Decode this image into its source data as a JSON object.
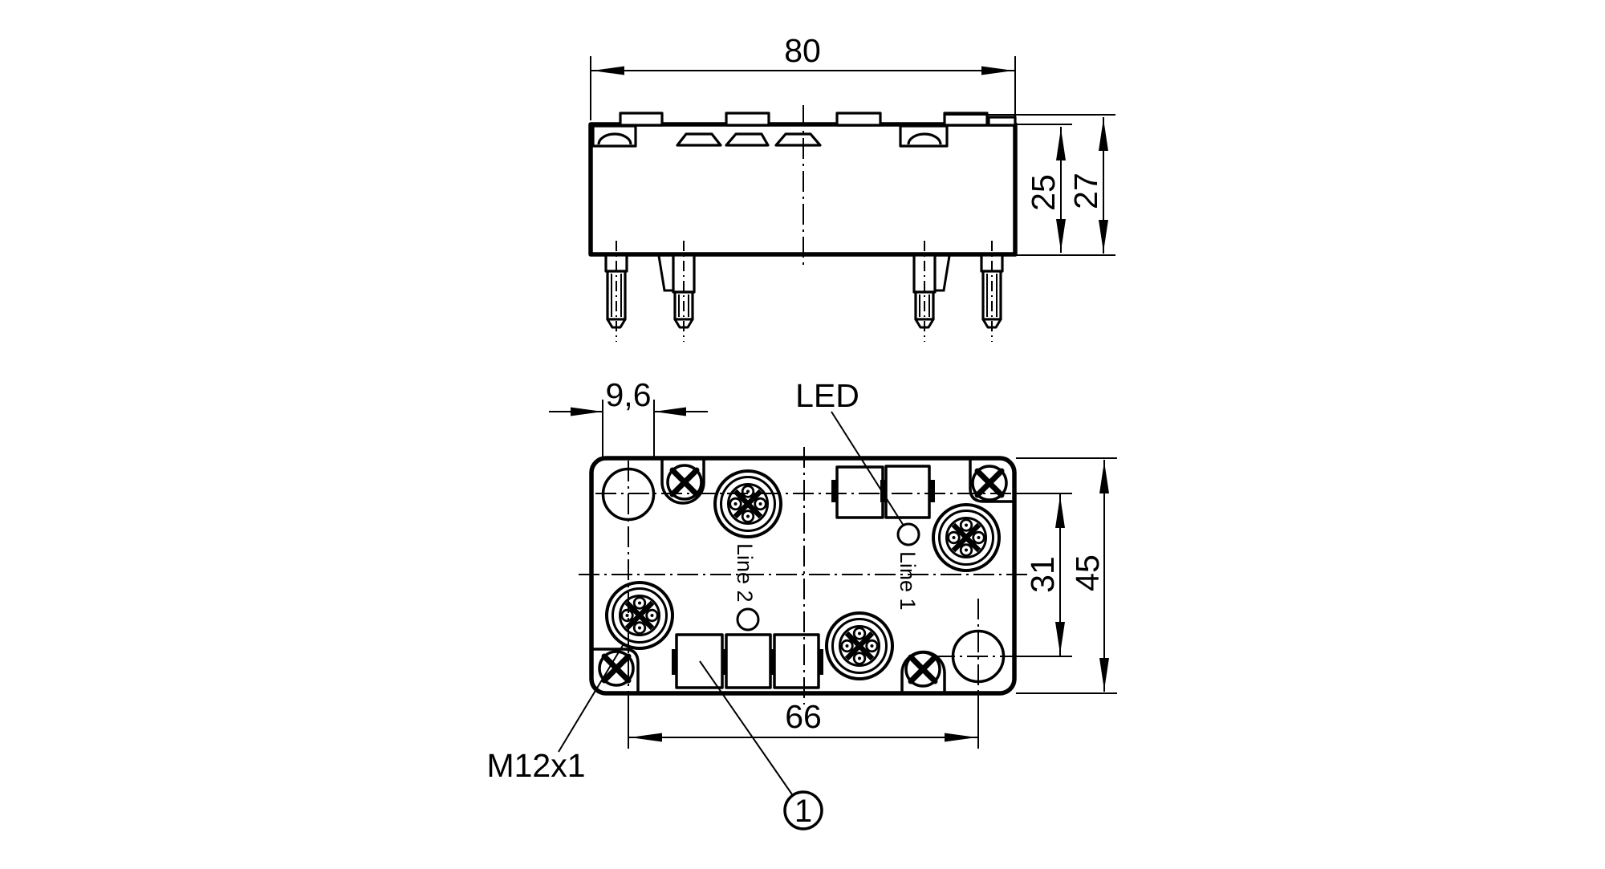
{
  "colors": {
    "background": "#ffffff",
    "line": "#000000"
  },
  "top_view": {
    "dim_width": "80",
    "dim_body_height": "25",
    "dim_total_height": "27"
  },
  "front_view": {
    "dim_hole_diameter": "9,6",
    "dim_spacing_horizontal": "66",
    "dim_spacing_vertical": "31",
    "dim_height": "45",
    "label_led": "LED",
    "label_thread": "M12x1",
    "label_line1": "Line 1",
    "label_line2": "Line 2",
    "callout": "1"
  }
}
